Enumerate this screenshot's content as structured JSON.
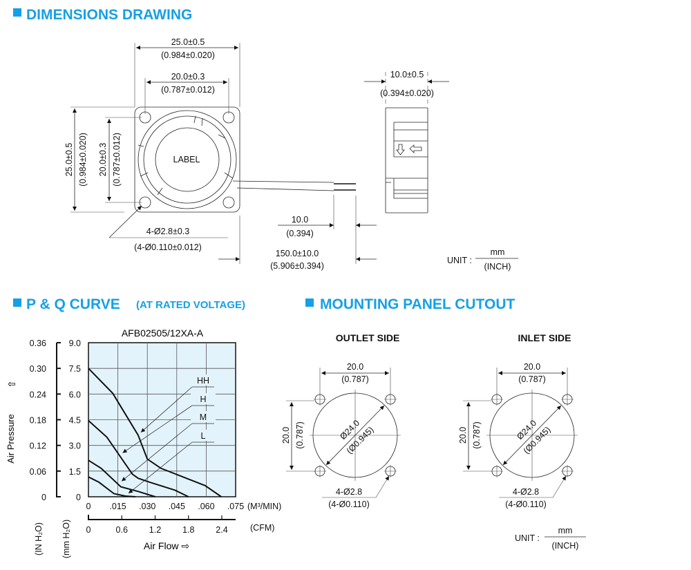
{
  "headers": {
    "dimensions": "DIMENSIONS DRAWING",
    "pq": "P & Q CURVE",
    "pq_note": "(AT RATED VOLTAGE)",
    "mounting": "MOUNTING PANEL CUTOUT"
  },
  "front_view": {
    "label": "LABEL",
    "width_outer": "25.0±0.5",
    "width_outer_in": "(0.984±0.020)",
    "width_inner": "20.0±0.3",
    "width_inner_in": "(0.787±0.012)",
    "height_outer": "25.0±0.5",
    "height_outer_in": "(0.984±0.020)",
    "height_inner": "20.0±0.3",
    "height_inner_in": "(0.787±0.012)",
    "hole": "4-Ø2.8±0.3",
    "hole_in": "(4-Ø0.110±0.012)",
    "strip": "10.0",
    "strip_in": "(0.394)",
    "cable": "150.0±10.0",
    "cable_in": "(5.906±0.394)"
  },
  "side_view": {
    "thickness": "10.0±0.5",
    "thickness_in": "(0.394±0.020)"
  },
  "unit": {
    "label": "UNIT :",
    "top": "mm",
    "bottom": "(INCH)"
  },
  "chart_data": {
    "type": "line",
    "title": "AFB02505/12XA-A",
    "xlabel": "Air Flow ⇨",
    "ylabel": "Air Pressure",
    "y_arrow": "⇧",
    "x_unit": "(M³/MIN)",
    "x2_unit": "(CFM)",
    "y_unit": "(mm H₂O)",
    "y2_unit": "(IN H₂O)",
    "xlim": [
      0,
      0.075
    ],
    "ylim": [
      0,
      9.0
    ],
    "x_ticks": [
      "0",
      ".015",
      ".030",
      ".045",
      ".060",
      ".075"
    ],
    "x2_ticks": [
      "0",
      "0.6",
      "1.2",
      "1.8",
      "2.4"
    ],
    "y_ticks": [
      "0",
      "1.5",
      "3.0",
      "4.5",
      "6.0",
      "7.5",
      "9.0"
    ],
    "y2_ticks": [
      "0",
      "0.06",
      "0.12",
      "0.18",
      "0.24",
      "0.30",
      "0.36"
    ],
    "grid": true,
    "series": [
      {
        "name": "HH",
        "x": [
          0,
          0.0124,
          0.0253,
          0.03,
          0.037,
          0.0595,
          0.0677
        ],
        "y": [
          7.5,
          6.04,
          3.6,
          2.2,
          1.66,
          0.65,
          0
        ]
      },
      {
        "name": "H",
        "x": [
          0,
          0.0094,
          0.0224,
          0.0253,
          0.0312,
          0.0442,
          0.051
        ],
        "y": [
          4.45,
          3.48,
          1.32,
          1.08,
          0.85,
          0.38,
          0
        ]
      },
      {
        "name": "M",
        "x": [
          0,
          0.0065,
          0.0165,
          0.0253,
          0.0341
        ],
        "y": [
          2.13,
          1.66,
          0.58,
          0.31,
          0
        ]
      },
      {
        "name": "L",
        "x": [
          0,
          0.0053,
          0.013,
          0.0188,
          0.024
        ],
        "y": [
          1.16,
          0.85,
          0.18,
          0.04,
          0
        ]
      }
    ]
  },
  "mounting": [
    {
      "side": "OUTLET SIDE",
      "w": "20.0",
      "w_in": "(0.787)",
      "h": "20.0",
      "h_in": "(0.787)",
      "dia": "Ø24.0",
      "dia_in": "(Ø0.945)",
      "hole": "4-Ø2.8",
      "hole_in": "(4-Ø0.110)"
    },
    {
      "side": "INLET SIDE",
      "w": "20.0",
      "w_in": "(0.787)",
      "h": "20.0",
      "h_in": "(0.787)",
      "dia": "Ø24.0",
      "dia_in": "(Ø0.945)",
      "hole": "4-Ø2.8",
      "hole_in": "(4-Ø0.110)"
    }
  ],
  "colors": {
    "accent": "#15a0e6",
    "plot_bg": "#e3f3fb"
  }
}
